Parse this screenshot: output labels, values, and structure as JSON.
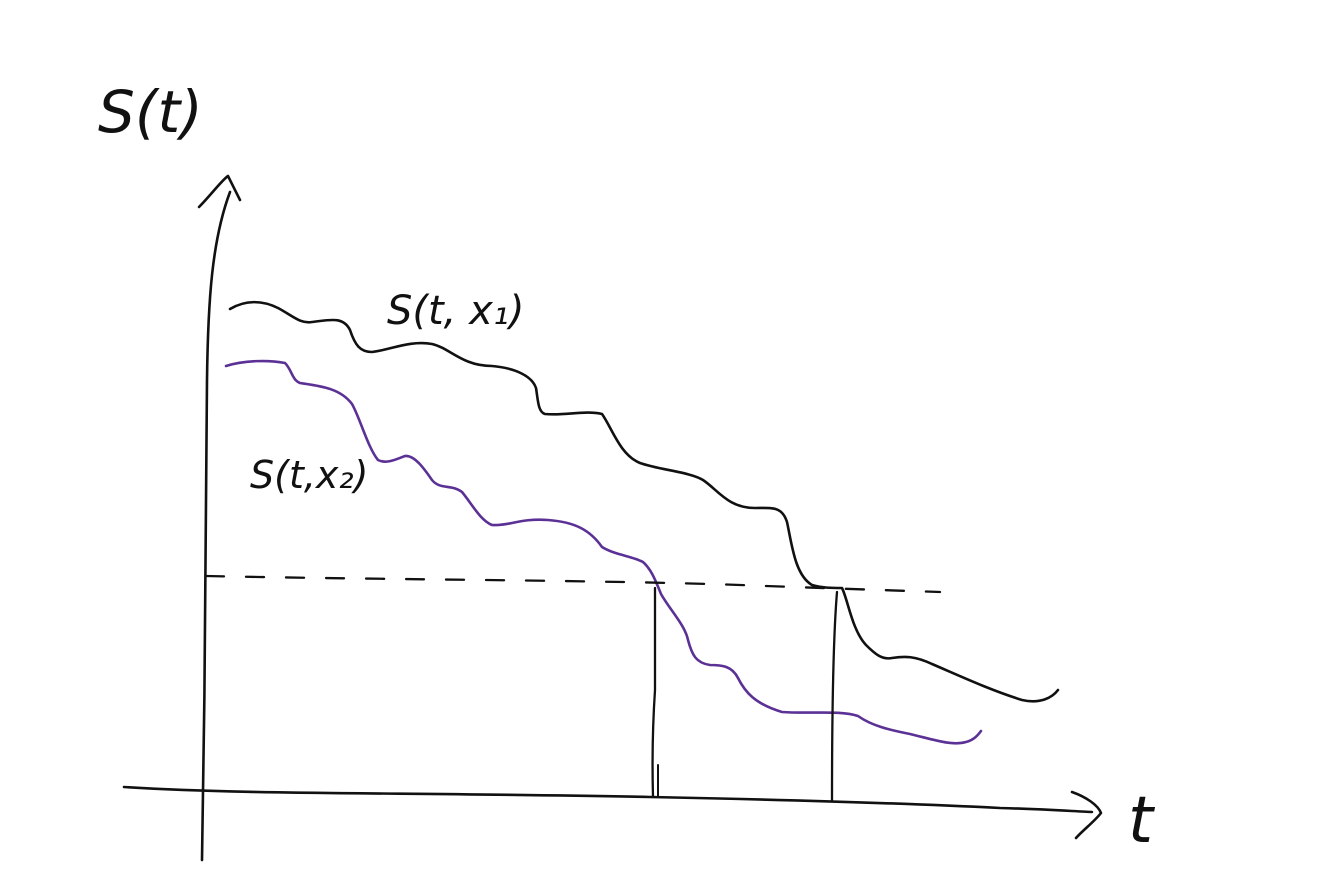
{
  "y_axis_label": "S(t)",
  "x_axis_label": "t",
  "curves": [
    {
      "label": "S(t, x₁)",
      "color": "#111111"
    },
    {
      "label": "S(t,x₂)",
      "color": "#5b3196"
    }
  ],
  "colors": {
    "ink": "#111111",
    "curve_2": "#5b3196",
    "background": "#ffffff"
  }
}
